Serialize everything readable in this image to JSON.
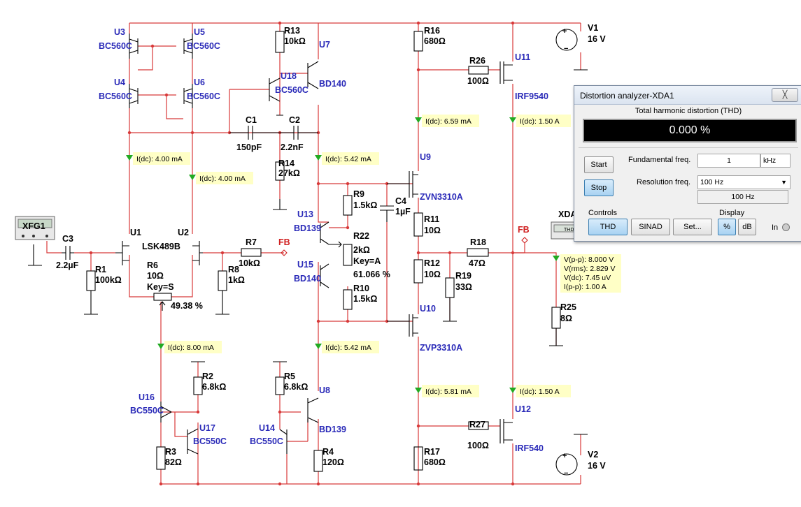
{
  "instruments": {
    "xfg": "XFG1",
    "xda": "XDA",
    "xda_screen": "THD"
  },
  "components": {
    "U3": "U3",
    "U3_part": "BC560C",
    "U5": "U5",
    "U5_part": "BC560C",
    "U4": "U4",
    "U4_part": "BC560C",
    "U6": "U6",
    "U6_part": "BC560C",
    "R13": "R13",
    "R13_val": "10kΩ",
    "U7": "U7",
    "U7_part": "BD140",
    "U18": "U18",
    "U18_part": "BC560C",
    "C1": "C1",
    "C1_val": "150pF",
    "C2": "C2",
    "C2_val": "2.2nF",
    "R14": "R14",
    "R14_val": "27kΩ",
    "R16": "R16",
    "R16_val": "680Ω",
    "R26": "R26",
    "R26_val": "100Ω",
    "U11": "U11",
    "U11_part": "IRF9540",
    "V1": "V1",
    "V1_val": "16 V",
    "U9": "U9",
    "U9_part": "ZVN3310A",
    "R9": "R9",
    "R9_val": "1.5kΩ",
    "C4": "C4",
    "C4_val": "1µF",
    "U13": "U13",
    "U13_part": "BD139",
    "R22": "R22",
    "R22_val": "2kΩ",
    "R22_key": "Key=A",
    "R22_pct": "61.066 %",
    "U15": "U15",
    "U15_part": "BD140",
    "R10": "R10",
    "R10_val": "1.5kΩ",
    "R11": "R11",
    "R11_val": "10Ω",
    "R12": "R12",
    "R12_val": "10Ω",
    "R18": "R18",
    "R18_val": "47Ω",
    "R19": "R19",
    "R19_val": "33Ω",
    "U10": "U10",
    "U10_part": "ZVP3310A",
    "R25": "R25",
    "R25_val": "8Ω",
    "C3": "C3",
    "C3_val": "2.2µF",
    "R1": "R1",
    "R1_val": "100kΩ",
    "U1": "U1",
    "U2": "U2",
    "U12_part_pair": "LSK489B",
    "R6": "R6",
    "R6_val": "10Ω",
    "R6_key": "Key=S",
    "R6_pct": "49.38 %",
    "R7": "R7",
    "R7_val": "10kΩ",
    "R8": "R8",
    "R8_val": "1kΩ",
    "FB": "FB",
    "R2": "R2",
    "R2_val": "6.8kΩ",
    "U16": "U16",
    "U16_part": "BC550C",
    "U17": "U17",
    "U17_part": "BC550C",
    "R3": "R3",
    "R3_val": "82Ω",
    "R5": "R5",
    "R5_val": "6.8kΩ",
    "U8": "U8",
    "U8_part": "BD139",
    "U14": "U14",
    "U14_part": "BC550C",
    "R4": "R4",
    "R4_val": "120Ω",
    "R17": "R17",
    "R17_val": "680Ω",
    "R27": "R27",
    "R27_val": "100Ω",
    "U12": "U12",
    "U12_part": "IRF540",
    "V2": "V2",
    "V2_val": "16 V"
  },
  "probes": {
    "p1": "I(dc): 4.00 mA",
    "p2": "I(dc): 4.00 mA",
    "p3": "I(dc): 5.42 mA",
    "p4": "I(dc): 6.59 mA",
    "p5": "I(dc): 1.50 A",
    "p6": "I(dc): 8.00 mA",
    "p7": "I(dc): 5.42 mA",
    "p8": "I(dc): 5.81 mA",
    "p9": "I(dc): 1.50 A",
    "out": [
      "V(p-p): 8.000 V",
      "V(rms): 2.829 V",
      "V(dc): 7.45 uV",
      "I(p-p): 1.00 A"
    ]
  },
  "dialog": {
    "title": "Distortion analyzer-XDA1",
    "close": "╳",
    "heading": "Total harmonic distortion (THD)",
    "reading": "0.000 %",
    "start": "Start",
    "stop": "Stop",
    "fund_label": "Fundamental freq.",
    "fund_value": "1",
    "fund_unit": "kHz",
    "res_label": "Resolution freq.",
    "res_value": "100 Hz",
    "res_readout": "100 Hz",
    "controls_label": "Controls",
    "display_label": "Display",
    "thd": "THD",
    "sinad": "SINAD",
    "set": "Set...",
    "pct": "%",
    "db": "dB",
    "in": "In"
  }
}
